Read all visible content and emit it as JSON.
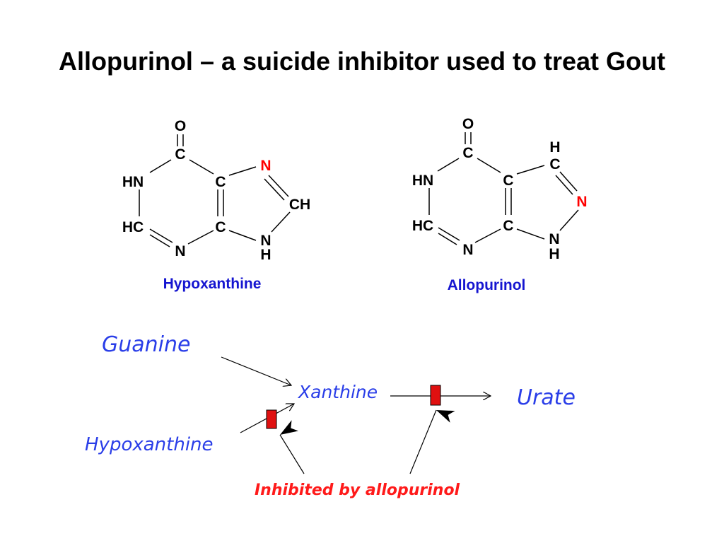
{
  "title": "Allopurinol – a suicide inhibitor used to treat Gout",
  "colors": {
    "bond": "#000000",
    "atom": "#000000",
    "highlight_atom": "#ff0000",
    "caption": "#1515d0",
    "pathway_text": "#2a3ee8",
    "inhibitor_block": "#e01010",
    "inhibitor_text": "#ff1a1a"
  },
  "molecules": {
    "hypoxanthine": {
      "caption": "Hypoxanthine",
      "atoms": {
        "o": "O",
        "c_top": "C",
        "hn": "HN",
        "hc": "HC",
        "n_bottom": "N",
        "c_upper_fused": "C",
        "c_lower_fused": "C",
        "n_red": "N",
        "ch": "CH",
        "nh_n": "N",
        "nh_h": "H"
      }
    },
    "allopurinol": {
      "caption": "Allopurinol",
      "atoms": {
        "o": "O",
        "c_top": "C",
        "hn": "HN",
        "hc": "HC",
        "n_bottom": "N",
        "c_upper_fused": "C",
        "c_lower_fused": "C",
        "ch_h": "H",
        "ch_c": "C",
        "n_red": "N",
        "nh_n": "N",
        "nh_h": "H"
      }
    }
  },
  "pathway": {
    "guanine": "Guanine",
    "hypoxanthine": "Hypoxanthine",
    "xanthine": "Xanthine",
    "urate": "Urate",
    "inhibition_label": "Inhibited by allopurinol"
  }
}
